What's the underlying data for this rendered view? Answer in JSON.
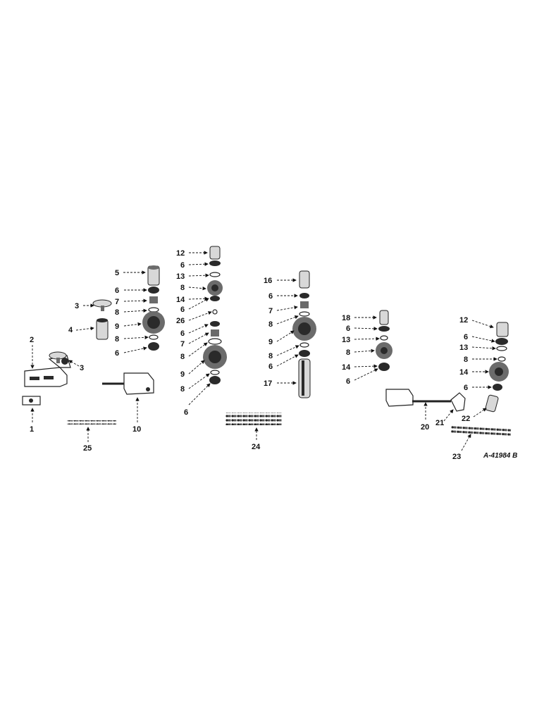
{
  "diagram": {
    "callouts": [
      "1",
      "2",
      "3",
      "3",
      "4",
      "5",
      "6",
      "7",
      "8",
      "9",
      "8",
      "6",
      "10",
      "12",
      "6",
      "13",
      "8",
      "14",
      "6",
      "26",
      "6",
      "7",
      "8",
      "9",
      "8",
      "6",
      "16",
      "6",
      "7",
      "8",
      "9",
      "8",
      "6",
      "17",
      "18",
      "6",
      "13",
      "8",
      "14",
      "6",
      "20",
      "21",
      "12",
      "6",
      "13",
      "8",
      "14",
      "6",
      "22",
      "23",
      "24",
      "25"
    ],
    "reference_code": "A-41984 B"
  }
}
